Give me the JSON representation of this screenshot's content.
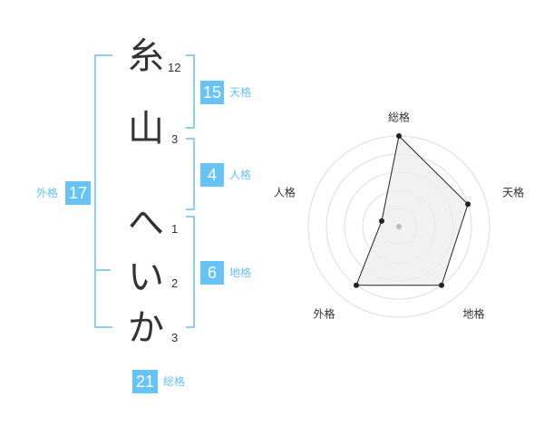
{
  "name": {
    "chars": [
      {
        "char": "糸",
        "strokes": "12"
      },
      {
        "char": "山",
        "strokes": "3"
      },
      {
        "char": "へ",
        "strokes": "1"
      },
      {
        "char": "い",
        "strokes": "2"
      },
      {
        "char": "か",
        "strokes": "3"
      }
    ]
  },
  "kaku": {
    "tenkaku": {
      "value": "15",
      "label": "天格"
    },
    "jinkaku": {
      "value": "4",
      "label": "人格"
    },
    "chikaku": {
      "value": "6",
      "label": "地格"
    },
    "gaikaku": {
      "value": "17",
      "label": "外格"
    },
    "soukaku": {
      "value": "21",
      "label": "総格"
    }
  },
  "colors": {
    "accent": "#66c3f5",
    "bracket": "#8ecdf4",
    "text": "#333333"
  },
  "chart_data": {
    "type": "radar",
    "axes": [
      "総格",
      "天格",
      "地格",
      "外格",
      "人格"
    ],
    "values": [
      5,
      4,
      4,
      4,
      1
    ],
    "max": 5,
    "rings": 5
  }
}
